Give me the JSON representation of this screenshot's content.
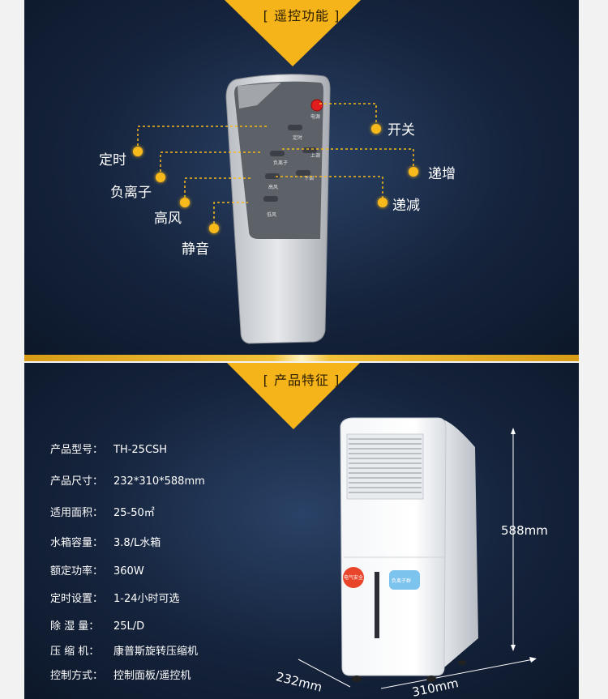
{
  "remote_section": {
    "title": "[ 遥控功能 ]",
    "labels": {
      "power": "开关",
      "timer": "定时",
      "increase": "递增",
      "ion": "负离子",
      "decrease": "递减",
      "high_wind": "高风",
      "mute": "静音"
    },
    "remote_button_text": {
      "power": "电源",
      "timer": "定时",
      "up": "上调",
      "ion": "负离子",
      "down": "下调",
      "high": "高风",
      "low": "低风"
    }
  },
  "features_section": {
    "title": "[ 产品特征 ]",
    "specs": [
      {
        "key": "产品型号：",
        "value": "TH-25CSH"
      },
      {
        "key": "产品尺寸：",
        "value": "232*310*588mm"
      },
      {
        "key": "适用面积：",
        "value": "25-50㎡"
      },
      {
        "key": "水箱容量：",
        "value": "3.8/L水箱"
      },
      {
        "key": "额定功率：",
        "value": "360W"
      },
      {
        "key": "定时设置：",
        "value": "1-24小时可选"
      },
      {
        "key": "除  湿  量：",
        "value": "25L/D"
      },
      {
        "key": "压  缩  机：",
        "value": "康普斯旋转压缩机"
      },
      {
        "key": "控制方式：",
        "value": "控制面板/遥控机"
      }
    ],
    "dimensions": {
      "height": "588mm",
      "depth": "232mm",
      "width": "310mm"
    },
    "badges": {
      "left": "电气安全",
      "right": "负离子群"
    }
  },
  "colors": {
    "accent": "#f5b41a",
    "panel_dark": "#15233c"
  }
}
